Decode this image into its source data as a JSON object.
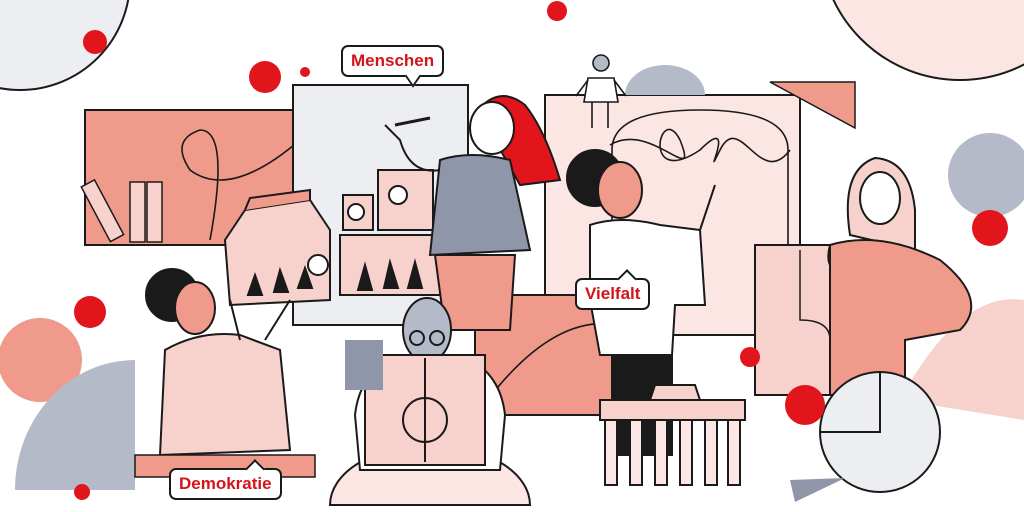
{
  "labels": {
    "menschen": "Menschen",
    "vielfalt": "Vielfalt",
    "demokratie": "Demokratie"
  },
  "colors": {
    "accent_red": "#e2141c",
    "salmon": "#ef9a8a",
    "light_pink": "#f7d1cc",
    "pale_pink": "#fbe6e3",
    "grey_blue": "#b4bac7",
    "slate": "#8f96aa",
    "outline": "#1a1a1a"
  },
  "icons": [
    "puzzle-piece-icon",
    "gate-icon",
    "building-icon"
  ]
}
